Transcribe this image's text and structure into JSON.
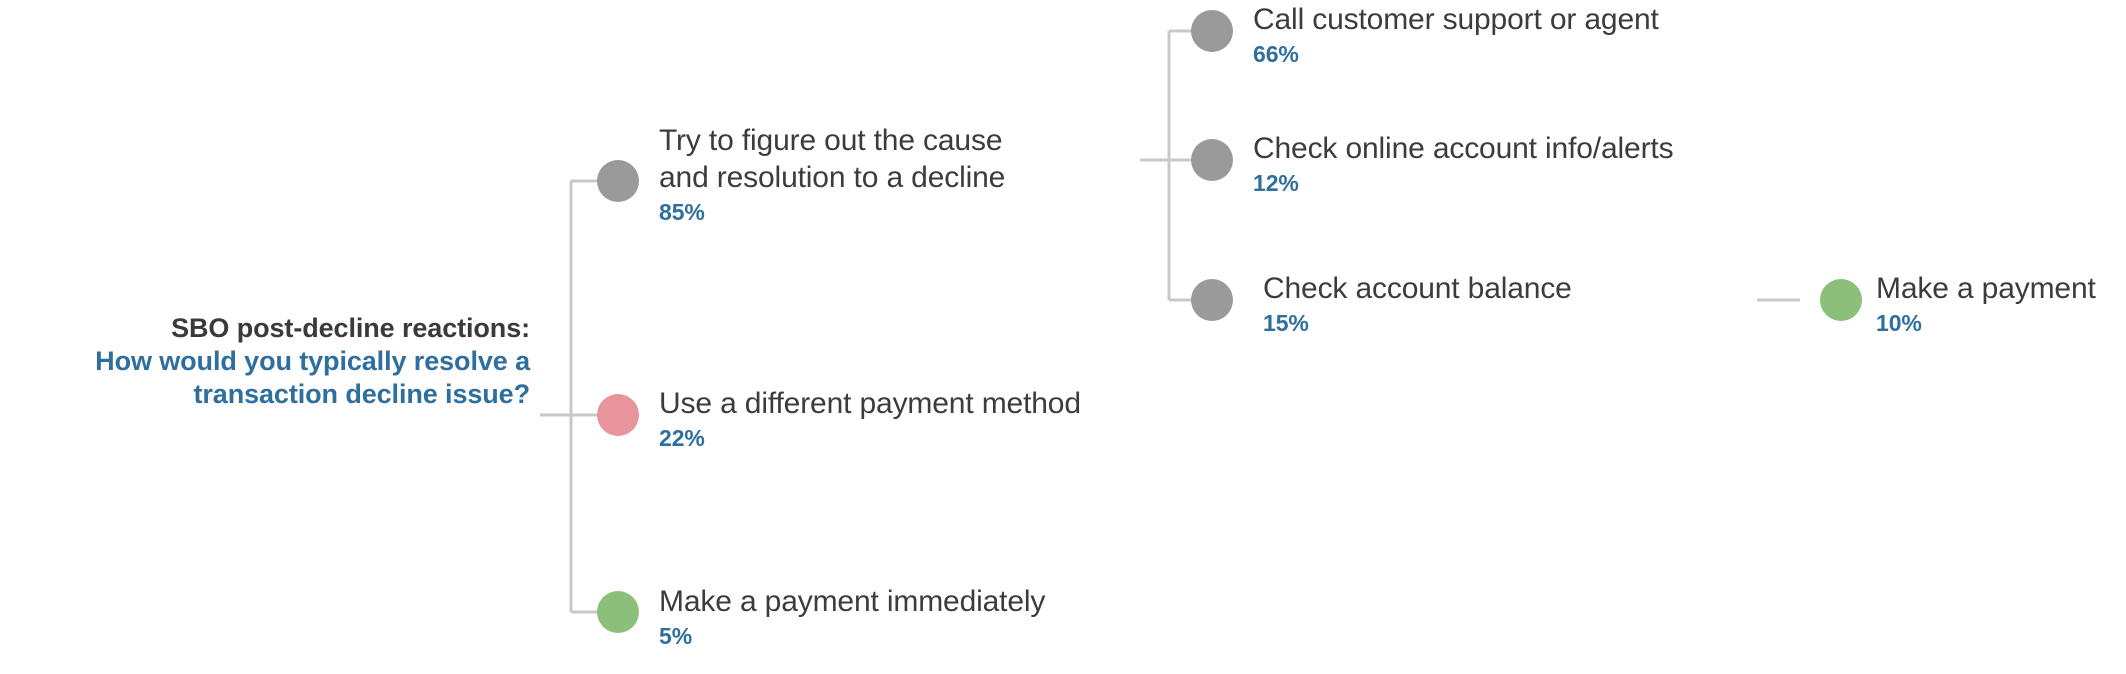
{
  "diagram": {
    "type": "tree",
    "orientation": "left-to-right",
    "root": {
      "title": "SBO post-decline reactions:",
      "question": "How would you typically resolve a transaction decline issue?",
      "question_line1": "How would you typically resolve a",
      "question_line2": "transaction decline issue?"
    },
    "colors": {
      "gray_node": "#9a9a9a",
      "pink_node": "#e8949c",
      "green_node": "#8cc07a",
      "connector": "#c8c8c8",
      "label_text": "#3c3c3c",
      "accent_blue": "#2e6f9e",
      "title_text": "#3a3a3a",
      "background": "#ffffff"
    },
    "branches": [
      {
        "id": "figure-out-cause",
        "label": "Try to figure out the cause and resolution to a decline",
        "label_line1": "Try to figure out the cause",
        "label_line2": "and resolution to a decline",
        "percent": "85%",
        "color": "gray",
        "children": [
          {
            "id": "call-support",
            "label": "Call customer support or agent",
            "percent": "66%",
            "color": "gray",
            "children": []
          },
          {
            "id": "check-online-account",
            "label": "Check online account info/alerts",
            "percent": "12%",
            "color": "gray",
            "children": []
          },
          {
            "id": "check-account-balance",
            "label": "Check account balance",
            "percent": "15%",
            "color": "gray",
            "children": [
              {
                "id": "make-a-payment",
                "label": "Make a payment",
                "percent": "10%",
                "color": "green"
              }
            ]
          }
        ]
      },
      {
        "id": "different-payment-method",
        "label": "Use a different payment method",
        "percent": "22%",
        "color": "pink",
        "children": []
      },
      {
        "id": "make-payment-immediately",
        "label": "Make a payment immediately",
        "percent": "5%",
        "color": "green",
        "children": []
      }
    ]
  }
}
